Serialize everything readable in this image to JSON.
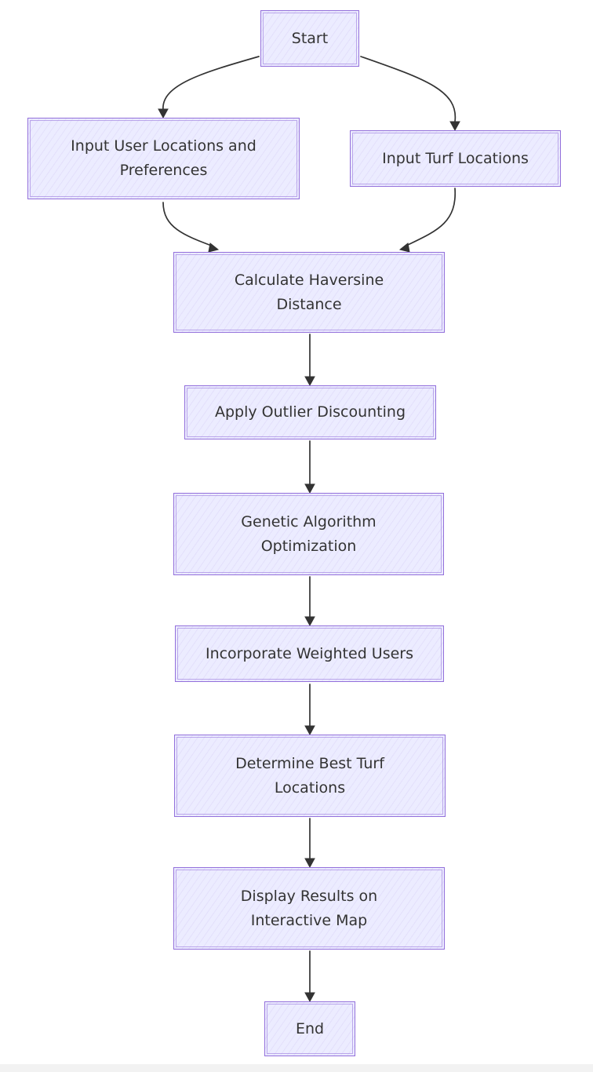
{
  "flowchart": {
    "nodes": {
      "start": "Start",
      "input_user": "Input User Locations and Preferences",
      "input_turf": "Input Turf Locations",
      "haversine": "Calculate Haversine Distance",
      "outlier": "Apply Outlier Discounting",
      "genetic": "Genetic Algorithm Optimization",
      "weighted": "Incorporate Weighted Users",
      "best_turf": "Determine Best Turf Locations",
      "display": "Display Results on Interactive Map",
      "end": "End"
    },
    "edges": [
      [
        "start",
        "input_user"
      ],
      [
        "start",
        "input_turf"
      ],
      [
        "input_user",
        "haversine"
      ],
      [
        "input_turf",
        "haversine"
      ],
      [
        "haversine",
        "outlier"
      ],
      [
        "outlier",
        "genetic"
      ],
      [
        "genetic",
        "weighted"
      ],
      [
        "weighted",
        "best_turf"
      ],
      [
        "best_turf",
        "display"
      ],
      [
        "display",
        "end"
      ]
    ],
    "colors": {
      "node_fill": "#ECECFF",
      "node_border": "#9370DB",
      "edge": "#333333",
      "text": "#333333"
    }
  }
}
